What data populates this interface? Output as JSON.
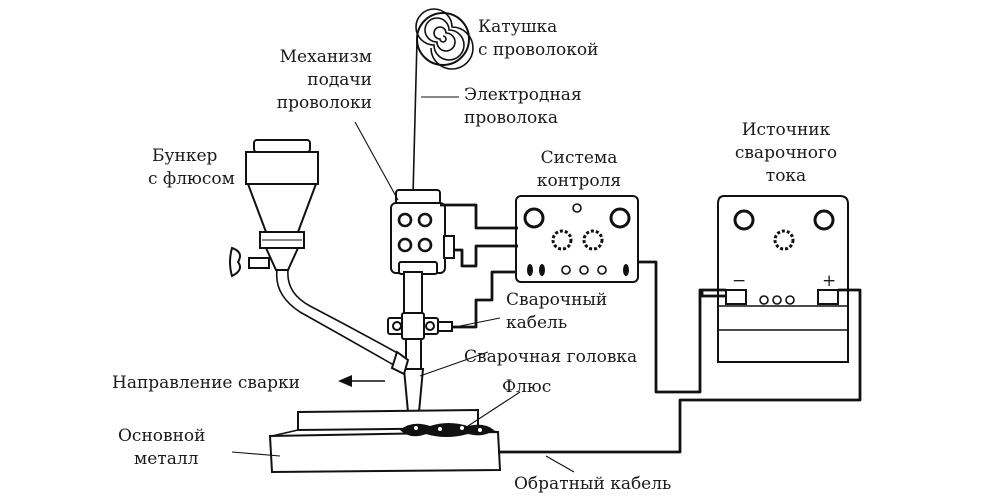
{
  "labels": {
    "spool": [
      "Катушка",
      "с проволокой"
    ],
    "feed_mechanism": [
      "Механизм",
      "подачи",
      "проволоки"
    ],
    "electrode_wire": [
      "Электродная",
      "проволока"
    ],
    "flux_hopper": [
      "Бункер",
      "с флюсом"
    ],
    "control_system": [
      "Система",
      "контроля"
    ],
    "power_source": [
      "Источник",
      "сварочного",
      "тока"
    ],
    "welding_cable": [
      "Сварочный",
      "кабель"
    ],
    "welding_head": "Сварочная головка",
    "welding_direction": "Направление сварки",
    "flux": "Флюс",
    "base_metal": [
      "Основной",
      "металл"
    ],
    "return_cable": "Обратный кабель",
    "minus_sign": "−",
    "plus_sign": "+"
  }
}
